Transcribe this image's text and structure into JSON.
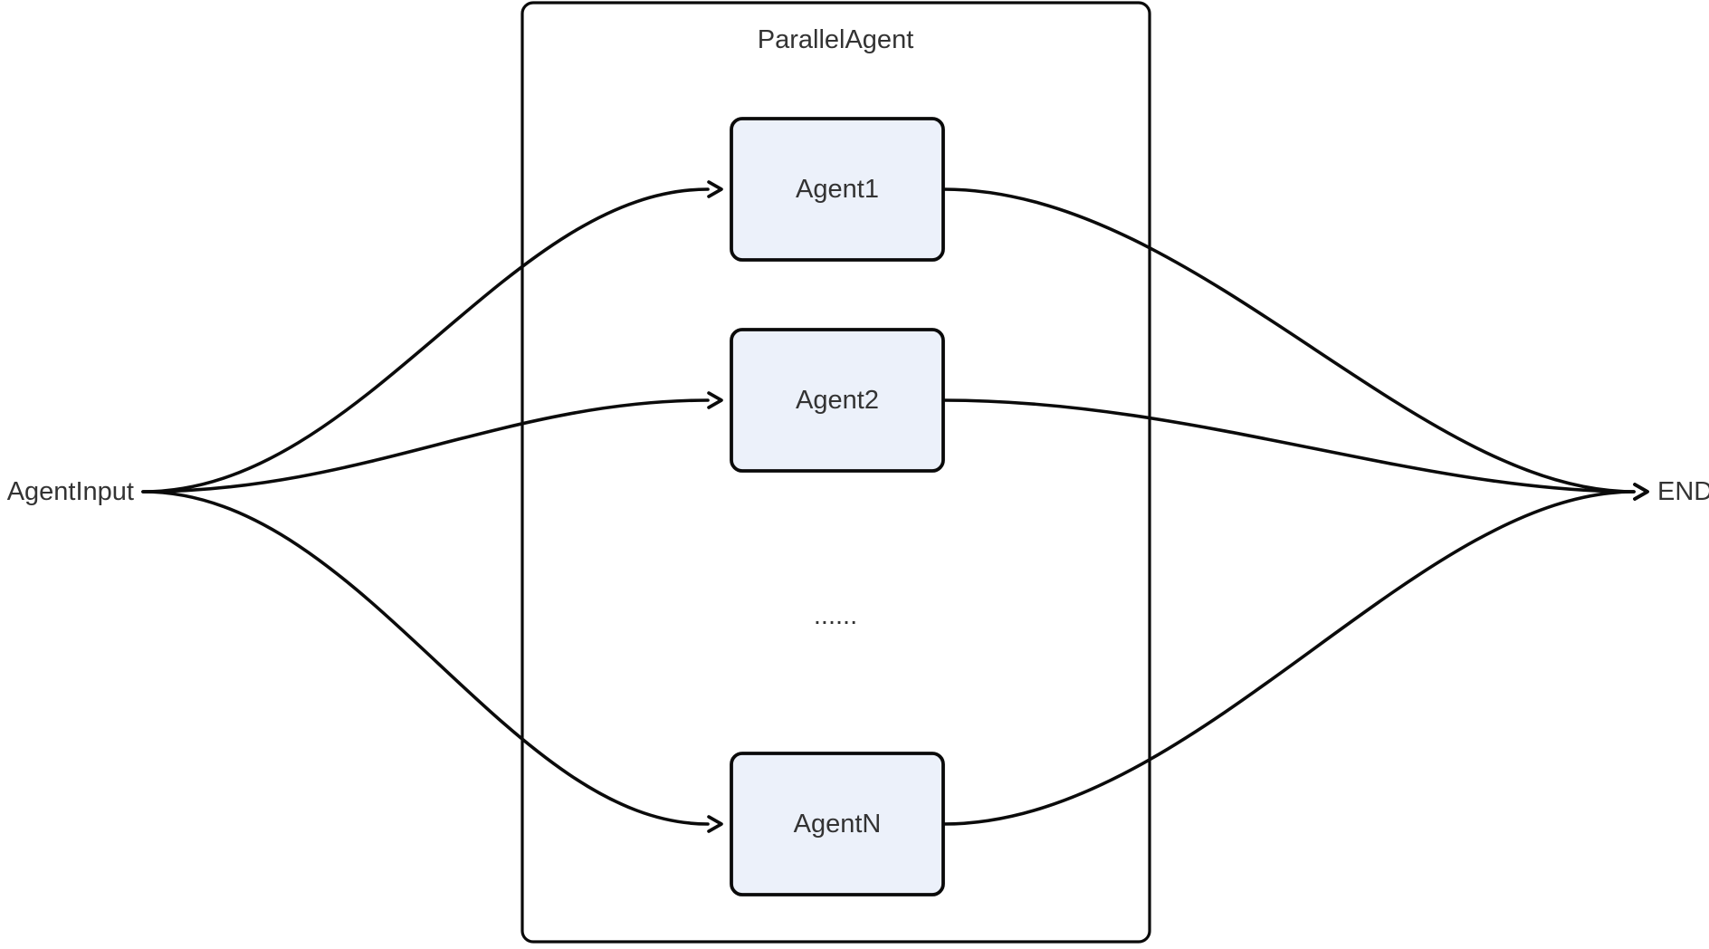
{
  "diagram": {
    "type": "flowchart",
    "input_label": "AgentInput",
    "end_label": "END",
    "container": {
      "title": "ParallelAgent"
    },
    "nodes": [
      {
        "label": "Agent1"
      },
      {
        "label": "Agent2"
      },
      {
        "label": "AgentN"
      }
    ],
    "ellipsis": "......",
    "edges": [
      {
        "from": "AgentInput",
        "to": "Agent1"
      },
      {
        "from": "AgentInput",
        "to": "Agent2"
      },
      {
        "from": "AgentInput",
        "to": "AgentN"
      },
      {
        "from": "Agent1",
        "to": "END"
      },
      {
        "from": "Agent2",
        "to": "END"
      },
      {
        "from": "AgentN",
        "to": "END"
      }
    ],
    "colors": {
      "background": "#FFFFFF",
      "node_fill": "#ECF1FA",
      "node_stroke": "#0A0A0A",
      "container_fill": "#FFFFFF",
      "container_stroke": "#0A0A0A",
      "edge_color": "#0B0B0B",
      "text_color": "#333333"
    }
  }
}
